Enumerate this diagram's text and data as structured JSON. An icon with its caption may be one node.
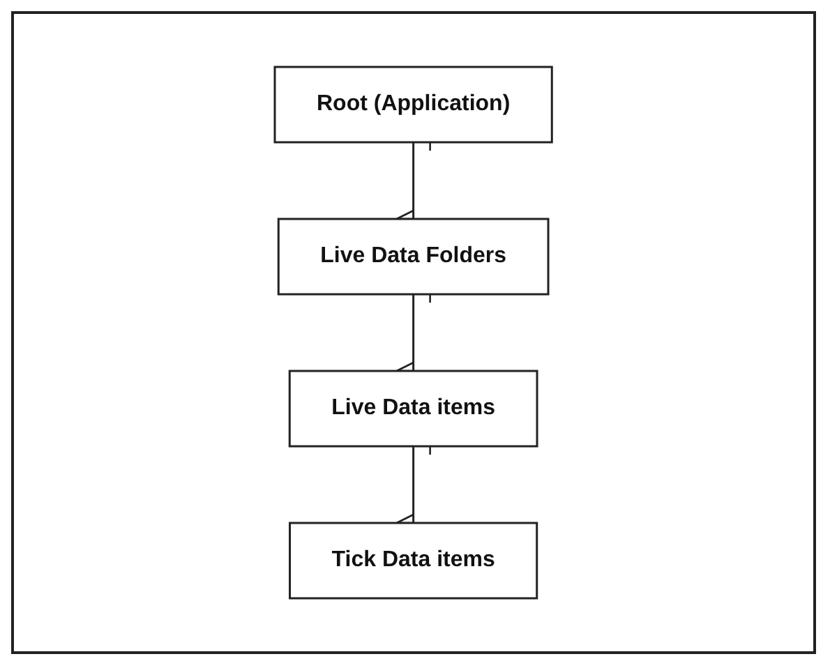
{
  "diagram": {
    "nodes": [
      {
        "text": [
          "Root (Application)"
        ]
      },
      {
        "text": [
          "Live Data Folders"
        ]
      },
      {
        "text": [
          "Live Data items"
        ]
      },
      {
        "text": [
          "Tick Data items"
        ]
      }
    ],
    "edges": [
      {
        "from": 0,
        "to": 1,
        "arrow": "other"
      },
      {
        "from": 1,
        "to": 2,
        "arrow": "other"
      },
      {
        "from": 2,
        "to": 3,
        "arrow": "other"
      }
    ]
  }
}
